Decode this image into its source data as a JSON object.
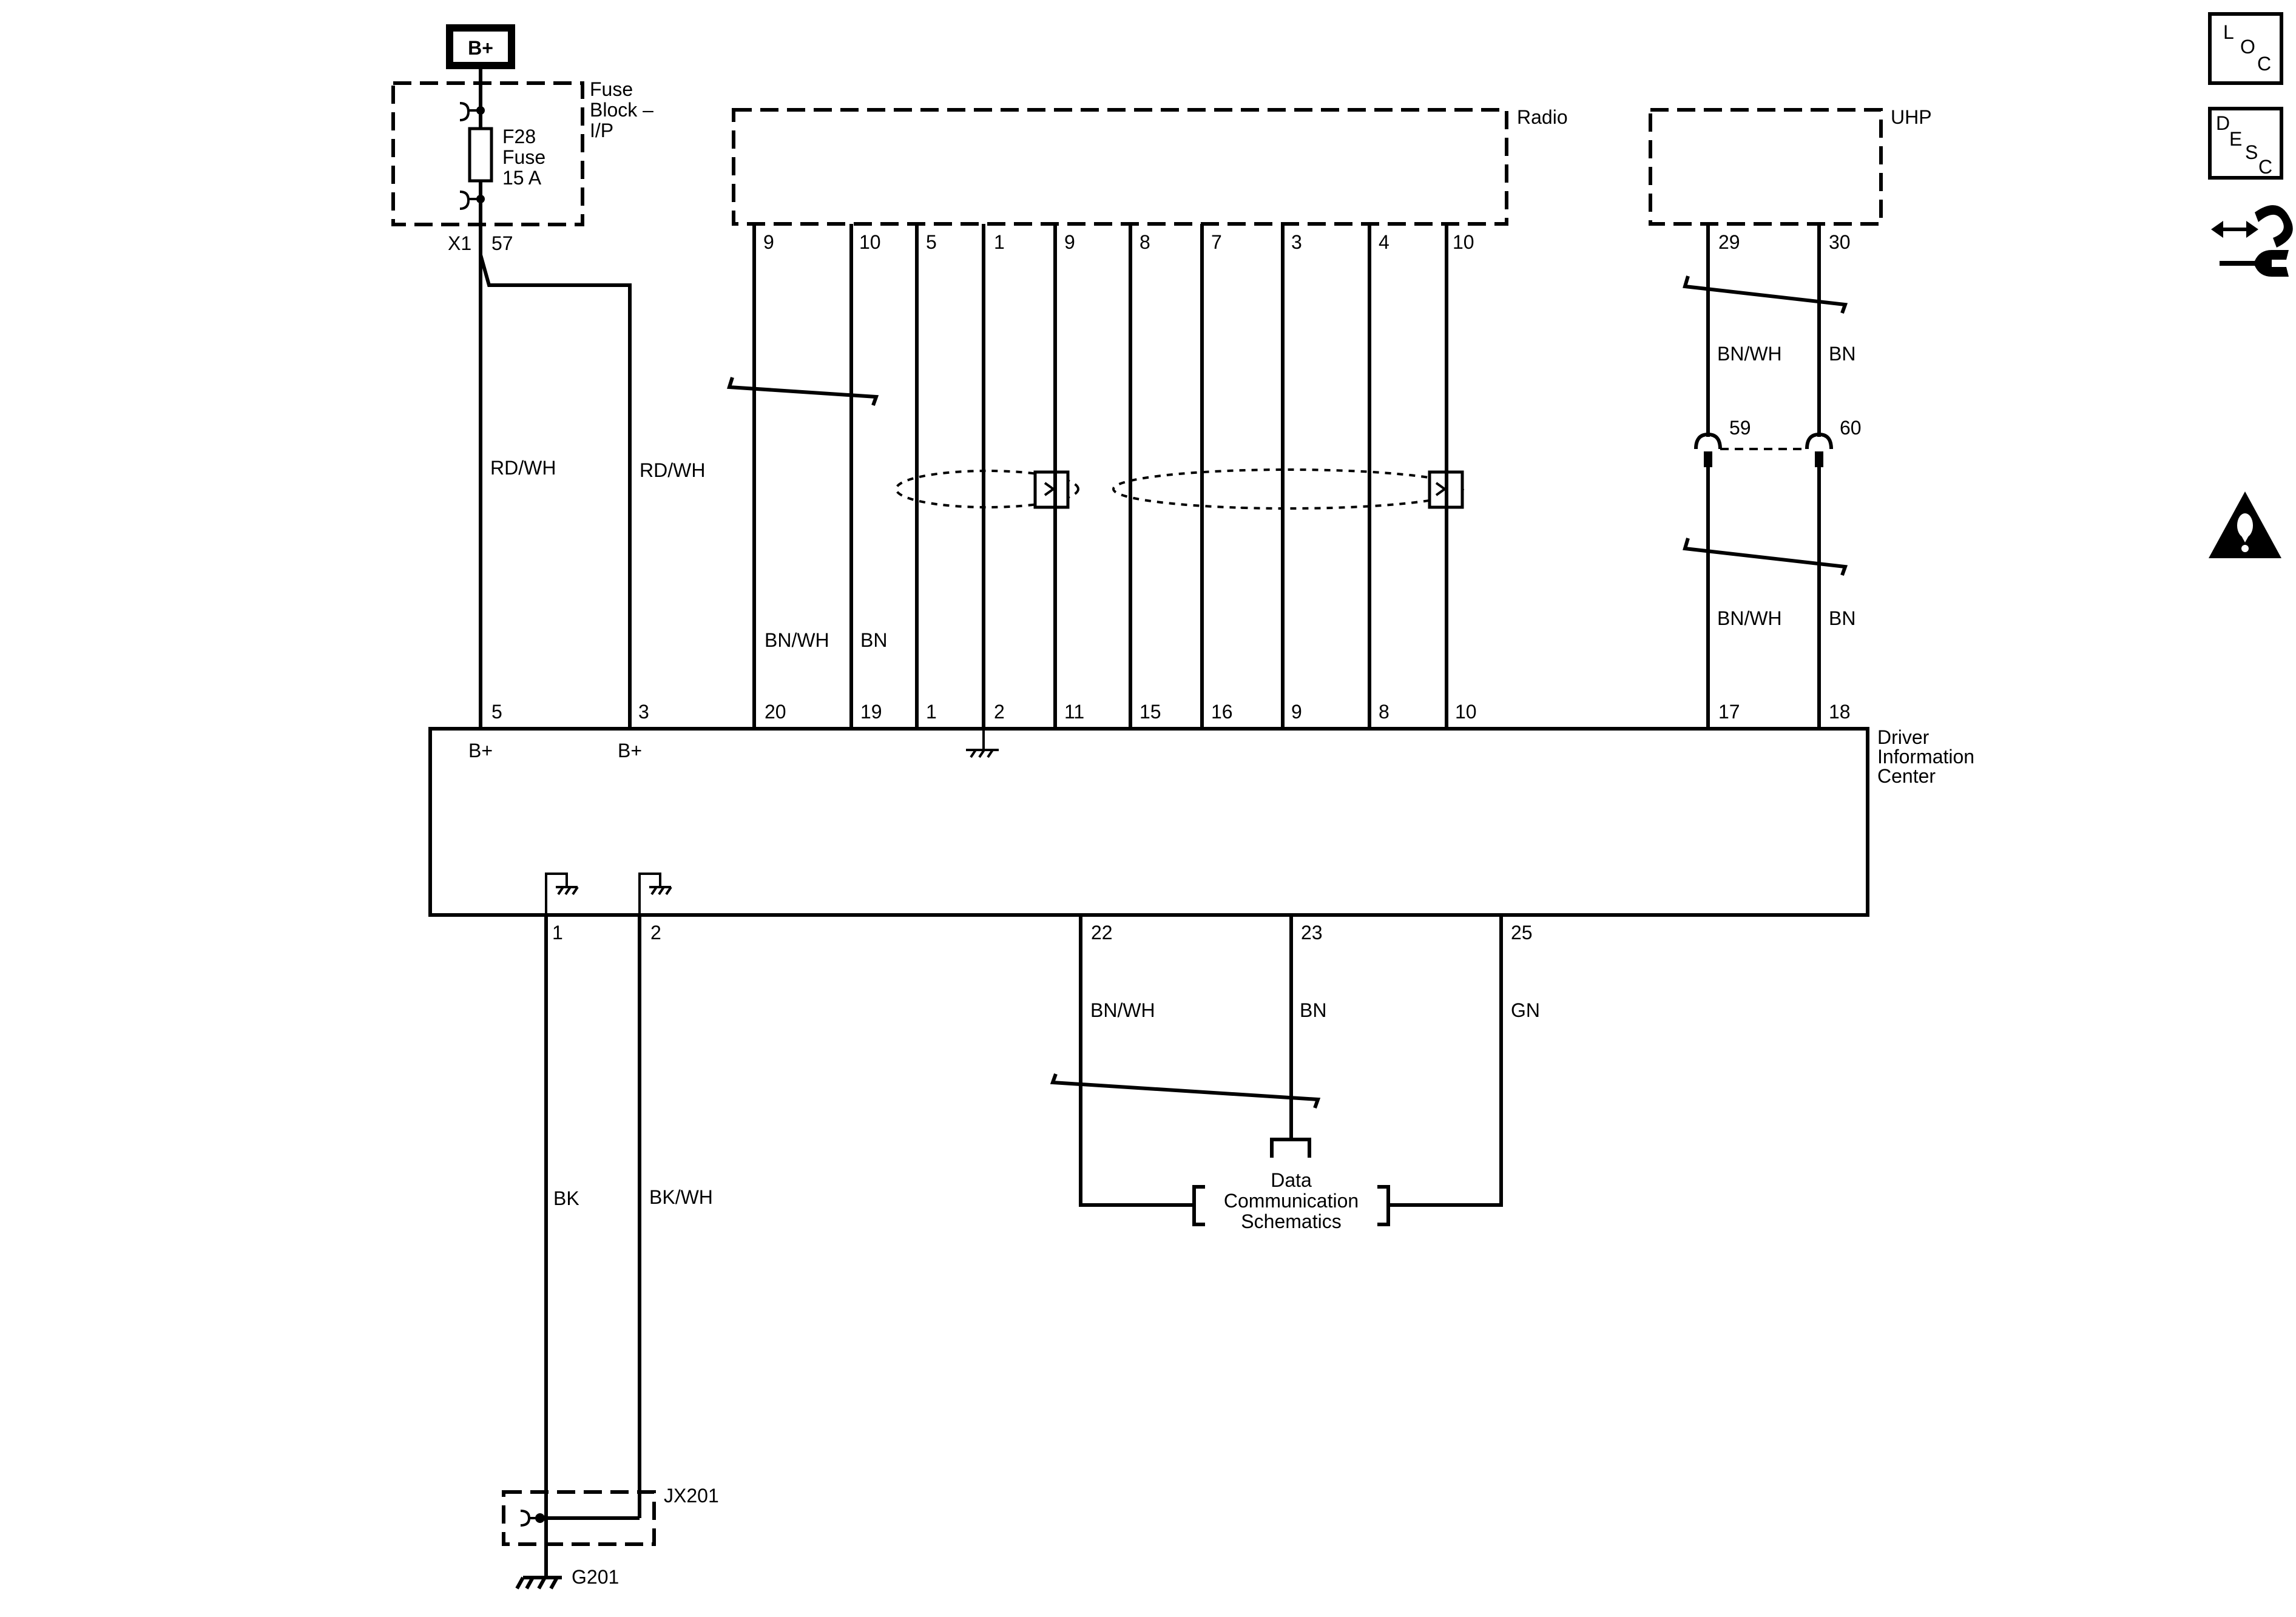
{
  "power": {
    "label": "B+"
  },
  "fuse_block": {
    "title": [
      "Fuse",
      "Block –",
      "I/P"
    ],
    "fuse": [
      "F28",
      "Fuse",
      "15 A"
    ],
    "connector": "X1",
    "pin": "57"
  },
  "radio": {
    "label": "Radio",
    "pins": [
      "9",
      "10",
      "5",
      "1",
      "9",
      "8",
      "7",
      "3",
      "4",
      "10"
    ]
  },
  "uhp": {
    "label": "UHP",
    "pins": [
      "29",
      "30"
    ],
    "splice_pins": [
      "59",
      "60"
    ],
    "wire_colors_upper": [
      "BN/WH",
      "BN"
    ],
    "wire_colors_lower": [
      "BN/WH",
      "BN"
    ]
  },
  "wires": {
    "rd_wh_a": "RD/WH",
    "rd_wh_b": "RD/WH",
    "bn_wh_radio": "BN/WH",
    "bn_radio": "BN",
    "bk": "BK",
    "bk_wh": "BK/WH",
    "dc_bn_wh": "BN/WH",
    "dc_bn": "BN",
    "dc_gn": "GN"
  },
  "dic": {
    "label": [
      "Driver",
      "Information",
      "Center"
    ],
    "top_pins": [
      "5",
      "3",
      "20",
      "19",
      "1",
      "2",
      "11",
      "15",
      "16",
      "9",
      "8",
      "10",
      "17",
      "18"
    ],
    "bplus_a": "B+",
    "bplus_b": "B+",
    "bottom_pins": [
      "1",
      "2",
      "22",
      "23",
      "25"
    ]
  },
  "data_comm": {
    "label": [
      "Data",
      "Communication",
      "Schematics"
    ]
  },
  "ground": {
    "splice": "JX201",
    "ground": "G201"
  },
  "side_icons": [
    {
      "name": "loc-icon",
      "letters": [
        "L",
        "O",
        "C"
      ]
    },
    {
      "name": "desc-icon",
      "letters": [
        "D",
        "E",
        "S",
        "C"
      ]
    },
    {
      "name": "connector-repair-icon"
    },
    {
      "name": "warning-icon"
    }
  ]
}
